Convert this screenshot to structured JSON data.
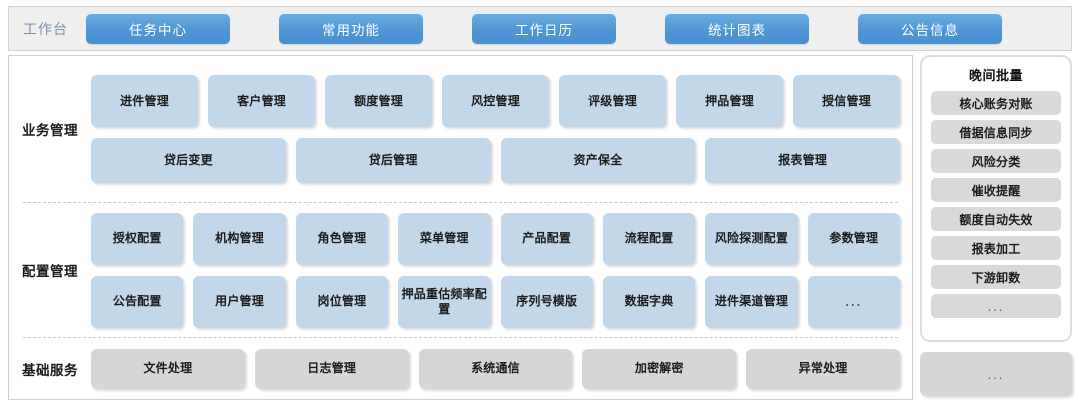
{
  "topbar": {
    "workbench_label": "工作台",
    "tabs": [
      {
        "label": "任务中心"
      },
      {
        "label": "常用功能"
      },
      {
        "label": "工作日历"
      },
      {
        "label": "统计图表"
      },
      {
        "label": "公告信息"
      }
    ],
    "background": "#efefef",
    "tab_color": "#4f96d4",
    "label_color": "#7a93ab"
  },
  "sections": [
    {
      "key": "business",
      "label": "业务管理",
      "tile_style": "blue",
      "rows": [
        [
          {
            "label": "进件管理"
          },
          {
            "label": "客户管理"
          },
          {
            "label": "额度管理"
          },
          {
            "label": "风控管理"
          },
          {
            "label": "评级管理"
          },
          {
            "label": "押品管理"
          },
          {
            "label": "授信管理"
          }
        ],
        [
          {
            "label": "贷后变更"
          },
          {
            "label": "贷后管理"
          },
          {
            "label": "资产保全"
          },
          {
            "label": "报表管理"
          }
        ]
      ]
    },
    {
      "key": "config",
      "label": "配置管理",
      "tile_style": "blue",
      "rows": [
        [
          {
            "label": "授权配置"
          },
          {
            "label": "机构管理"
          },
          {
            "label": "角色管理"
          },
          {
            "label": "菜单管理"
          },
          {
            "label": "产品配置"
          },
          {
            "label": "流程配置"
          },
          {
            "label": "风险探测配置"
          },
          {
            "label": "参数管理"
          }
        ],
        [
          {
            "label": "公告配置"
          },
          {
            "label": "用户管理"
          },
          {
            "label": "岗位管理"
          },
          {
            "label": "押品重估频率配置"
          },
          {
            "label": "序列号模版"
          },
          {
            "label": "数据字典"
          },
          {
            "label": "进件渠道管理"
          },
          {
            "label": "..."
          }
        ]
      ]
    },
    {
      "key": "basic",
      "label": "基础服务",
      "tile_style": "gray",
      "rows": [
        [
          {
            "label": "文件处理"
          },
          {
            "label": "日志管理"
          },
          {
            "label": "系统通信"
          },
          {
            "label": "加密解密"
          },
          {
            "label": "异常处理"
          }
        ]
      ]
    }
  ],
  "batch_panel": {
    "title": "晚间批量",
    "items": [
      {
        "label": "核心账务对账"
      },
      {
        "label": "借据信息同步"
      },
      {
        "label": "风险分类"
      },
      {
        "label": "催收提醒"
      },
      {
        "label": "额度自动失效"
      },
      {
        "label": "报表加工"
      },
      {
        "label": "下游卸数"
      },
      {
        "label": "..."
      }
    ],
    "more_label": "..."
  },
  "colors": {
    "tile_blue": "#c2d8ea",
    "tile_gray": "#d6d6d6",
    "panel_border": "#cfcfcf",
    "divider": "#c8c8c8"
  }
}
